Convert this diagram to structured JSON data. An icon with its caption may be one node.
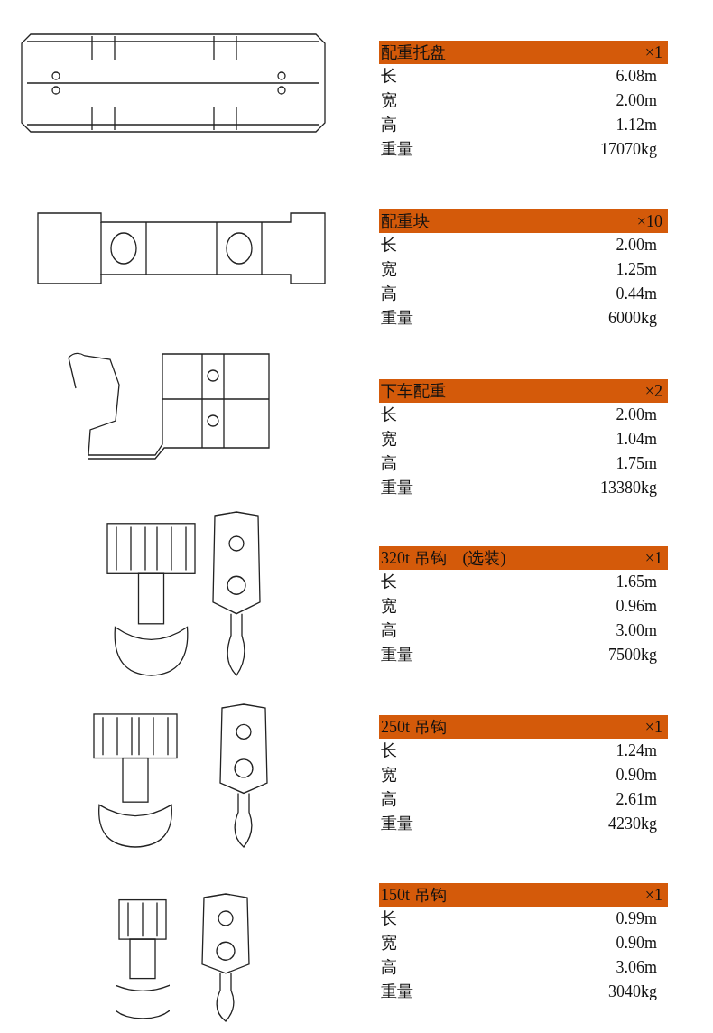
{
  "diagram": {
    "labels": [
      "配重托盘",
      "×1",
      "长",
      "6.08m",
      "宽",
      "2.00m",
      "高",
      "1.12m",
      "重量",
      "17070kg",
      "配重块",
      "×10",
      "长",
      "2.00m",
      "宽",
      "1.25m",
      "高",
      "0.44m",
      "重量",
      "6000kg",
      "下车配重",
      "×2",
      "长",
      "2.00m",
      "宽",
      "1.04m",
      "高",
      "1.75m",
      "重量",
      "13380kg",
      "320t 吊钩　(选装)",
      "×1",
      "长",
      "1.65m",
      "宽",
      "0.96m",
      "高",
      "3.00m",
      "重量",
      "7500kg",
      "250t 吊钩",
      "×1",
      "长",
      "1.24m",
      "宽",
      "0.90m",
      "高",
      "2.61m",
      "重量",
      "4230kg",
      "150t 吊钩",
      "×1",
      "长",
      "0.99m",
      "宽",
      "0.90m",
      "高",
      "3.06m",
      "重量",
      "3040kg"
    ]
  }
}
